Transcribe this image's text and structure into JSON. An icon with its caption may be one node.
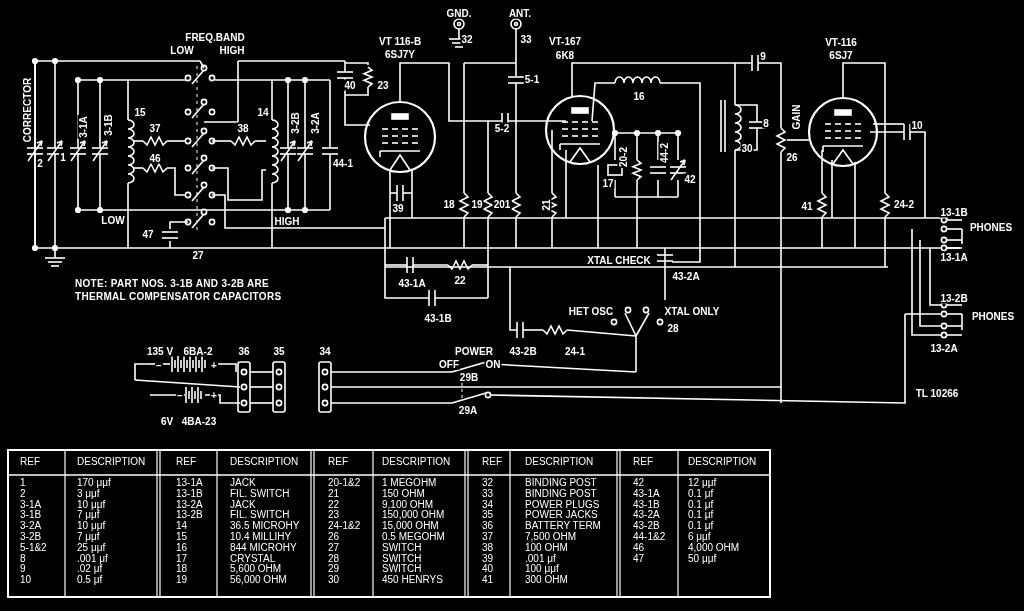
{
  "diagram": {
    "labels": [
      "GND.",
      "ANT.",
      "FREQ.BAND",
      "VT 116-B",
      "32",
      "33",
      "VT-167",
      "VT-116",
      "LOW",
      "HIGH",
      "6SJ7Y",
      "6K8",
      "9",
      "6SJ7",
      "5-1",
      "40",
      "23",
      "16",
      "CORRECTOR",
      "3-1A",
      "3-1B",
      "15",
      "37",
      "38",
      "14",
      "3-2B",
      "3-2A",
      "5-2",
      "8",
      "GAIN",
      "10",
      "2",
      "1",
      "46",
      "44-1",
      "20-2",
      "44-2",
      "30",
      "26",
      "17",
      "42",
      "39",
      "18",
      "19",
      "201",
      "21",
      "41",
      "24-2",
      "13-1B",
      "LOW",
      "HIGH",
      "PHONES",
      "47",
      "27",
      "XTAL CHECK",
      "13-1A",
      "NOTE: PART NOS. 3-1B AND 3-2B ARE THERMAL COMPENSATOR CAPACITORS",
      "43-1A",
      "22",
      "43-2A",
      "13-2B",
      "43-1B",
      "HET OSC",
      "XTAL ONLY",
      "PHONES",
      "28",
      "135 V",
      "6BA-2",
      "36",
      "35",
      "34",
      "POWER",
      "43-2B",
      "24-1",
      "13-2A",
      "−",
      "+",
      "OFF",
      "ON",
      "29B",
      "−",
      "+",
      "TL 10266",
      "29A",
      "6V",
      "4BA-23",
      "REF",
      "DESCRIPTION",
      "REF",
      "DESCRIPTION",
      "REF",
      "DESCRIPTION",
      "REF",
      "DESCRIPTION",
      "REF",
      "DESCRIPTION",
      "1",
      "170 μμf",
      "13-1A",
      "JACK",
      "20-1&2",
      "1 MEGOHM",
      "32",
      "BINDING POST",
      "42",
      "12 μμf",
      "2",
      "3 μμf",
      "13-1B",
      "FIL. SWITCH",
      "21",
      "150 OHM",
      "33",
      "BINDING POST",
      "43-1A",
      "0.1 μf",
      "3-1A",
      "10 μμf",
      "13-2A",
      "JACK",
      "22",
      "9,100 OHM",
      "34",
      "POWER PLUGS",
      "43-1B",
      "0.1 μf",
      "3-1B",
      "7 μμf",
      "13-2B",
      "FIL. SWITCH",
      "23",
      "150,000 OHM",
      "35",
      "POWER JACKS",
      "43-2A",
      "0.1 μf",
      "3-2A",
      "10 μμf",
      "14",
      "36.5 MICROHY",
      "24-1&2",
      "15,000 OHM",
      "36",
      "BATTERY TERM",
      "43-2B",
      "0.1 μf",
      "3-2B",
      "7 μμf",
      "15",
      "10.4 MILLIHY",
      "26",
      "0.5 MEGOHM",
      "37",
      "7,500 OHM",
      "44-1&2",
      "6 μμf",
      "5-1&2",
      "25 μμf",
      "16",
      "844 MICROHY",
      "27",
      "SWITCH",
      "38",
      "100 OHM",
      "46",
      "4,000 OHM",
      "8",
      ".001 μf",
      "17",
      "CRYSTAL",
      "28",
      "SWITCH",
      "39",
      ".001 μf",
      "47",
      "50 μμf",
      "9",
      ".02 μf",
      "18",
      "5,600 OHM",
      "29",
      "SWITCH",
      "40",
      "100 μμf",
      "10",
      "0.5 μf",
      "19",
      "56,000 OHM",
      "30",
      "450 HENRYS",
      "41",
      "300 OHM"
    ]
  }
}
